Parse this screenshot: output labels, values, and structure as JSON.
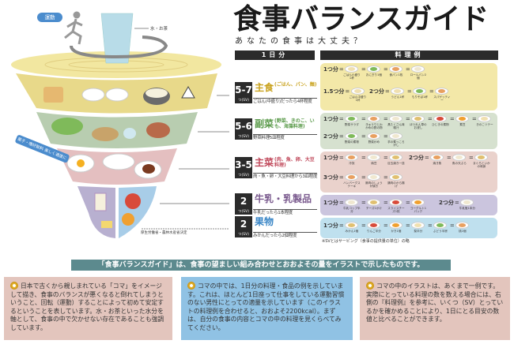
{
  "title": "食事バランスガイド",
  "subtitle": "あなたの食事は大丈夫？",
  "headers": {
    "daily": "1日分",
    "examples": "料理例"
  },
  "illustration": {
    "exercise": "運動",
    "water": "水・お茶",
    "snack": "菓子・嗜好飲料 楽しく適度に",
    "ministry": "厚生労働省・農林水産省決定"
  },
  "groups": [
    {
      "range": "5-7",
      "unit": "つ(SV)",
      "name": "主食",
      "sub": "(ごはん、パン、麺)",
      "desc": "ごはん(中盛り)だったら4杯程度",
      "color": "#c9a21d",
      "bg": "#f3e8a8",
      "rows": [
        {
          "count": "1つ分",
          "items": [
            "ごはん小盛り1杯",
            "おにぎり1個",
            "食パン1枚",
            "ロールパン2個"
          ]
        },
        {
          "count": "1.5つ分",
          "items": [
            "ごはん中盛り1杯"
          ]
        },
        {
          "count": "2つ分",
          "items": [
            "うどん1杯",
            "もりそば1杯",
            "スパゲッティー"
          ]
        }
      ]
    },
    {
      "range": "5-6",
      "unit": "つ(SV)",
      "name": "副菜",
      "sub": "(野菜、きのこ、いも、海藻料理)",
      "desc": "野菜料理5皿程度",
      "color": "#5a9a4a",
      "bg": "#d6e1cf",
      "rows": [
        {
          "count": "1つ分",
          "items": [
            "野菜サラダ",
            "きゅうりとわかめの酢の物",
            "具たくさん味噌汁",
            "ほうれん草のお浸し",
            "ひじきの煮物",
            "煮豆",
            "きのこソテー"
          ]
        },
        {
          "count": "2つ分",
          "items": [
            "野菜の煮物",
            "野菜炒め",
            "芋の煮っころがし"
          ]
        }
      ]
    },
    {
      "range": "3-5",
      "unit": "つ(SV)",
      "name": "主菜",
      "sub": "(肉、魚、卵、大豆料理)",
      "desc": "肉・魚・卵・大豆料理から3皿程度",
      "color": "#c0485a",
      "bg": "#ead2cc",
      "rows": [
        {
          "count": "1つ分",
          "items": [
            "冷奴",
            "納豆",
            "目玉焼き一皿"
          ]
        },
        {
          "count": "2つ分",
          "items": [
            "焼き魚",
            "魚の天ぷら",
            "まぐろといかの刺身"
          ]
        },
        {
          "count": "3つ分",
          "items": [
            "ハンバーグステーキ",
            "豚肉のしょうが焼き",
            "鶏肉のから揚げ"
          ]
        }
      ]
    },
    {
      "range": "2",
      "unit": "つ(SV)",
      "name": "牛乳・乳製品",
      "sub": "",
      "desc": "牛乳だったら1本程度",
      "color": "#7a5a8e",
      "bg": "#cbc5de",
      "rows": [
        {
          "count": "1つ分",
          "items": [
            "牛乳コップ半分",
            "チーズ1かけ",
            "スライスチーズ1枚",
            "ヨーグルト1パック"
          ]
        },
        {
          "count": "2つ分",
          "items": [
            "牛乳瓶1本分"
          ]
        }
      ]
    },
    {
      "range": "2",
      "unit": "つ(SV)",
      "name": "果物",
      "sub": "",
      "desc": "みかんだったら2個程度",
      "color": "#3a86c6",
      "bg": "#bfe0ee",
      "rows": [
        {
          "count": "1つ分",
          "items": [
            "みかん1個",
            "りんご半分",
            "かき1個",
            "梨半分",
            "ぶどう半房",
            "桃1個"
          ]
        }
      ]
    }
  ],
  "note": "※SVとはサービング（食事の提供量の単位）の略",
  "banner": "「食事バランスガイド」は、食事の望ましい組み合わせとおおよその量をイラストで示したものです。",
  "boxes": [
    "日本で古くから親しまれている「コマ」をイメージして描き、食事のバランスが悪くなると倒れてしまうということ、回転（運動）することによって初めて安定するということを表しています。水・お茶といった水分を軸として、食事の中で欠かせない存在であることも強調しています。",
    "コマの中では、1日分の料理・食品の例を示しています。これは、ほとんど1日座って仕事をしている運動習慣のない男性にとっての適量を示しています（このイラストの料理例を合わせると、おおよそ2200kcal）。まずは、自分の食事の内容とコマの中の料理を見くらべてみてください。",
    "コマの中のイラストは、あくまで一例です。実際にとっている料理の数を数える場合には、右側の『料理例』を参考に、いくつ（SV）とっているかを確かめることにより、1日にとる目安の数値と比べることができます。"
  ],
  "colors": {
    "banner": "#5c8a8e",
    "box_pink": "#e3c5bd",
    "box_blue": "#90c2e4",
    "header": "#2b2b2b"
  }
}
